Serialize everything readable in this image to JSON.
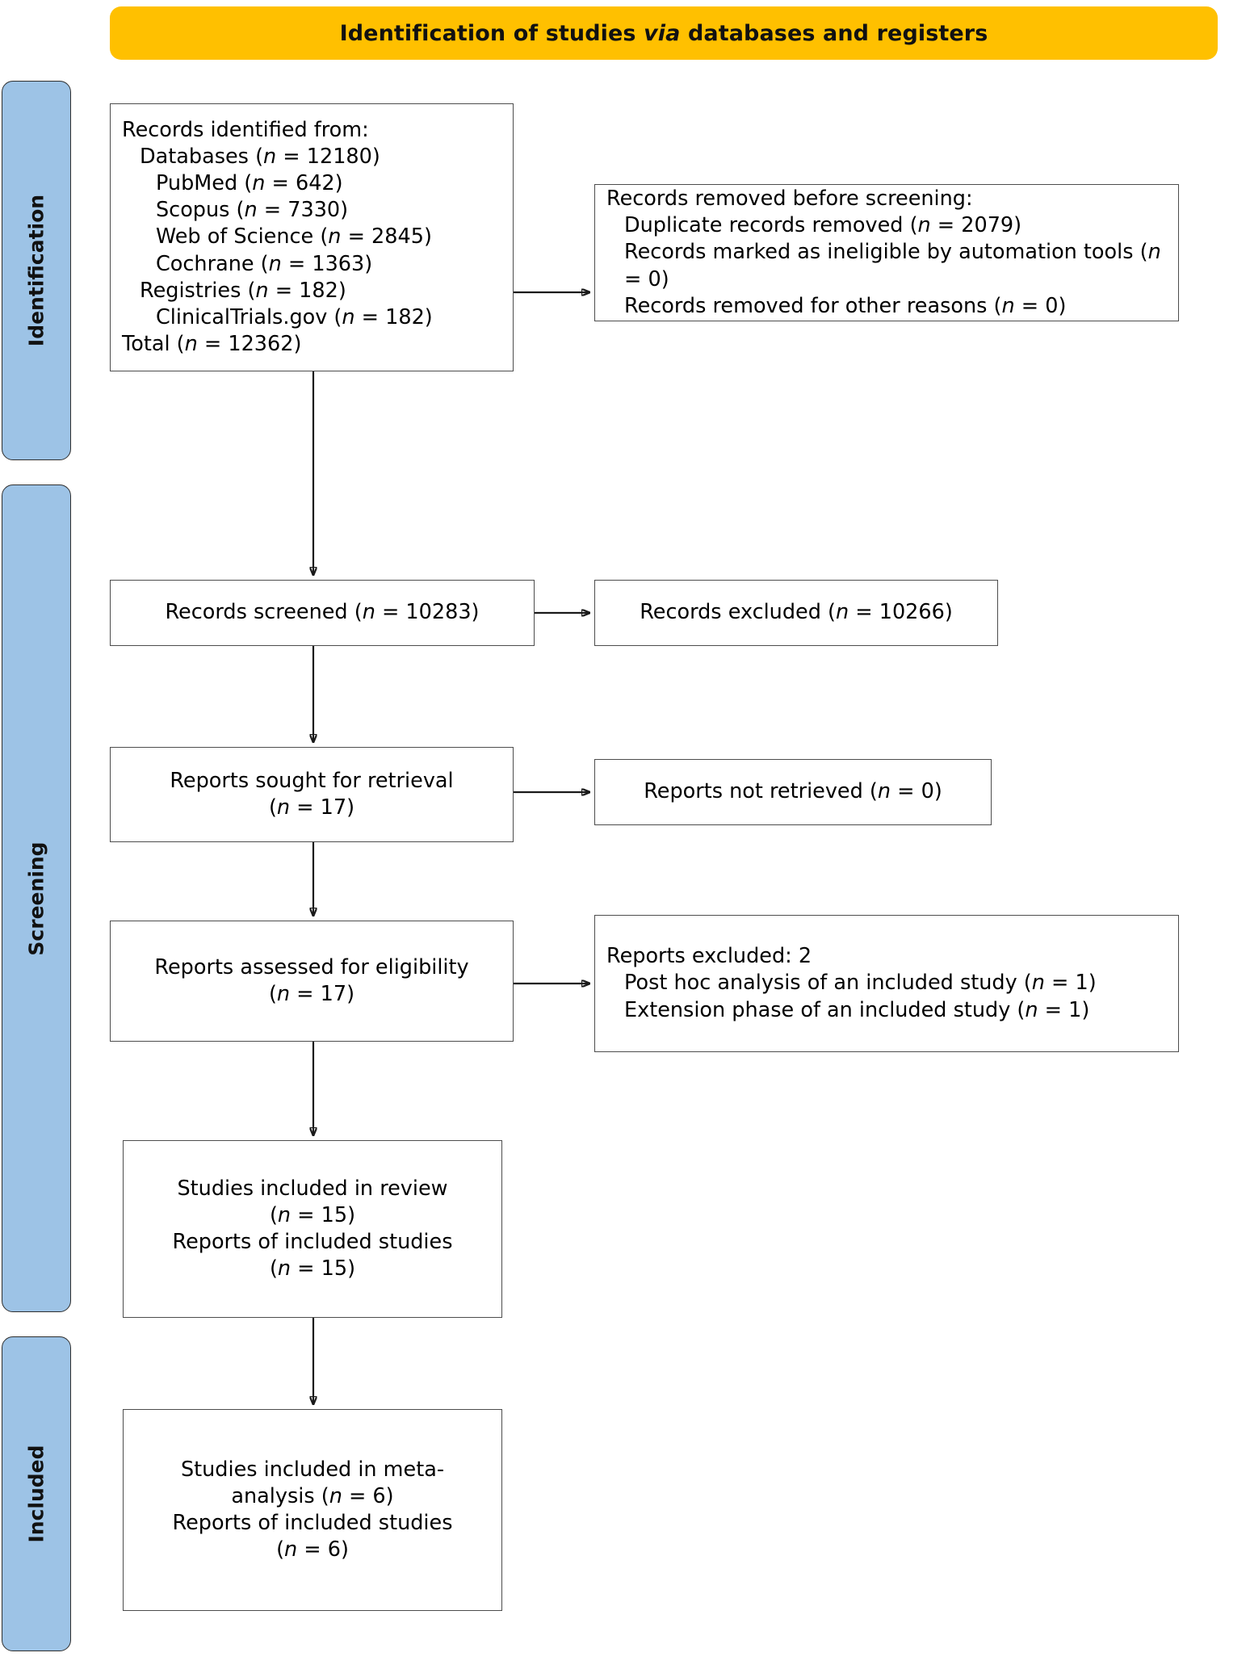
{
  "header": {
    "title_pre": "Identification of studies ",
    "title_italic": "via",
    "title_post": " databases and registers"
  },
  "phases": [
    {
      "id": "identification",
      "label": "Identification"
    },
    {
      "id": "screening",
      "label": "Screening"
    },
    {
      "id": "included",
      "label": "Included"
    }
  ],
  "boxes": {
    "identified": {
      "l0": "Records identified from:",
      "l1": "Databases (n = 12180)",
      "l2": "PubMed (n = 642)",
      "l3": "Scopus (n = 7330)",
      "l4": "Web of Science (n = 2845)",
      "l5": "Cochrane (n = 1363)",
      "l6": "Registries (n = 182)",
      "l7": "ClinicalTrials.gov (n = 182)",
      "l8": "Total (n = 12362)"
    },
    "removed": {
      "l0": "Records removed before screening:",
      "l1": "Duplicate records removed (n = 2079)",
      "l2": "Records marked as ineligible by automation tools (n = 0)",
      "l3": "Records removed for other reasons (n = 0)"
    },
    "screened": {
      "l0": "Records screened (n = 10283)"
    },
    "excluded": {
      "l0": "Records excluded (n = 10266)"
    },
    "sought": {
      "l0": "Reports sought for retrieval",
      "l1": "(n = 17)"
    },
    "not_retrieved": {
      "l0": "Reports not retrieved (n = 0)"
    },
    "assessed": {
      "l0": "Reports assessed for eligibility",
      "l1": "(n = 17)"
    },
    "reports_excluded": {
      "l0": "Reports excluded: 2",
      "l1": "Post hoc analysis of an included study (n = 1)",
      "l2": "Extension phase of an included study (n = 1)"
    },
    "included_review": {
      "l0": "Studies included in review",
      "l1": "(n = 15)",
      "l2": "Reports of included studies",
      "l3": "(n = 15)"
    },
    "included_meta": {
      "l0": "Studies included in meta-",
      "l1": "analysis (n = 6)",
      "l2": "Reports of included studies",
      "l3": "(n = 6)"
    }
  },
  "colors": {
    "header_banner": "#FFC000",
    "phase_tab": "#9DC3E6",
    "box_border": "#4D4D4D",
    "connector": "#1A1A1A",
    "background": "#FFFFFF"
  },
  "counts": {
    "databases_total": 12180,
    "pubmed": 642,
    "scopus": 7330,
    "web_of_science": 2845,
    "cochrane": 1363,
    "registries": 182,
    "clinicaltrials_gov": 182,
    "total_identified": 12362,
    "duplicates_removed": 2079,
    "ineligible_automation": 0,
    "removed_other": 0,
    "records_screened": 10283,
    "records_excluded": 10266,
    "reports_sought": 17,
    "reports_not_retrieved": 0,
    "reports_assessed": 17,
    "reports_excluded_total": 2,
    "post_hoc_analysis": 1,
    "extension_phase": 1,
    "studies_in_review": 15,
    "reports_in_review": 15,
    "studies_in_meta": 6,
    "reports_in_meta": 6
  }
}
